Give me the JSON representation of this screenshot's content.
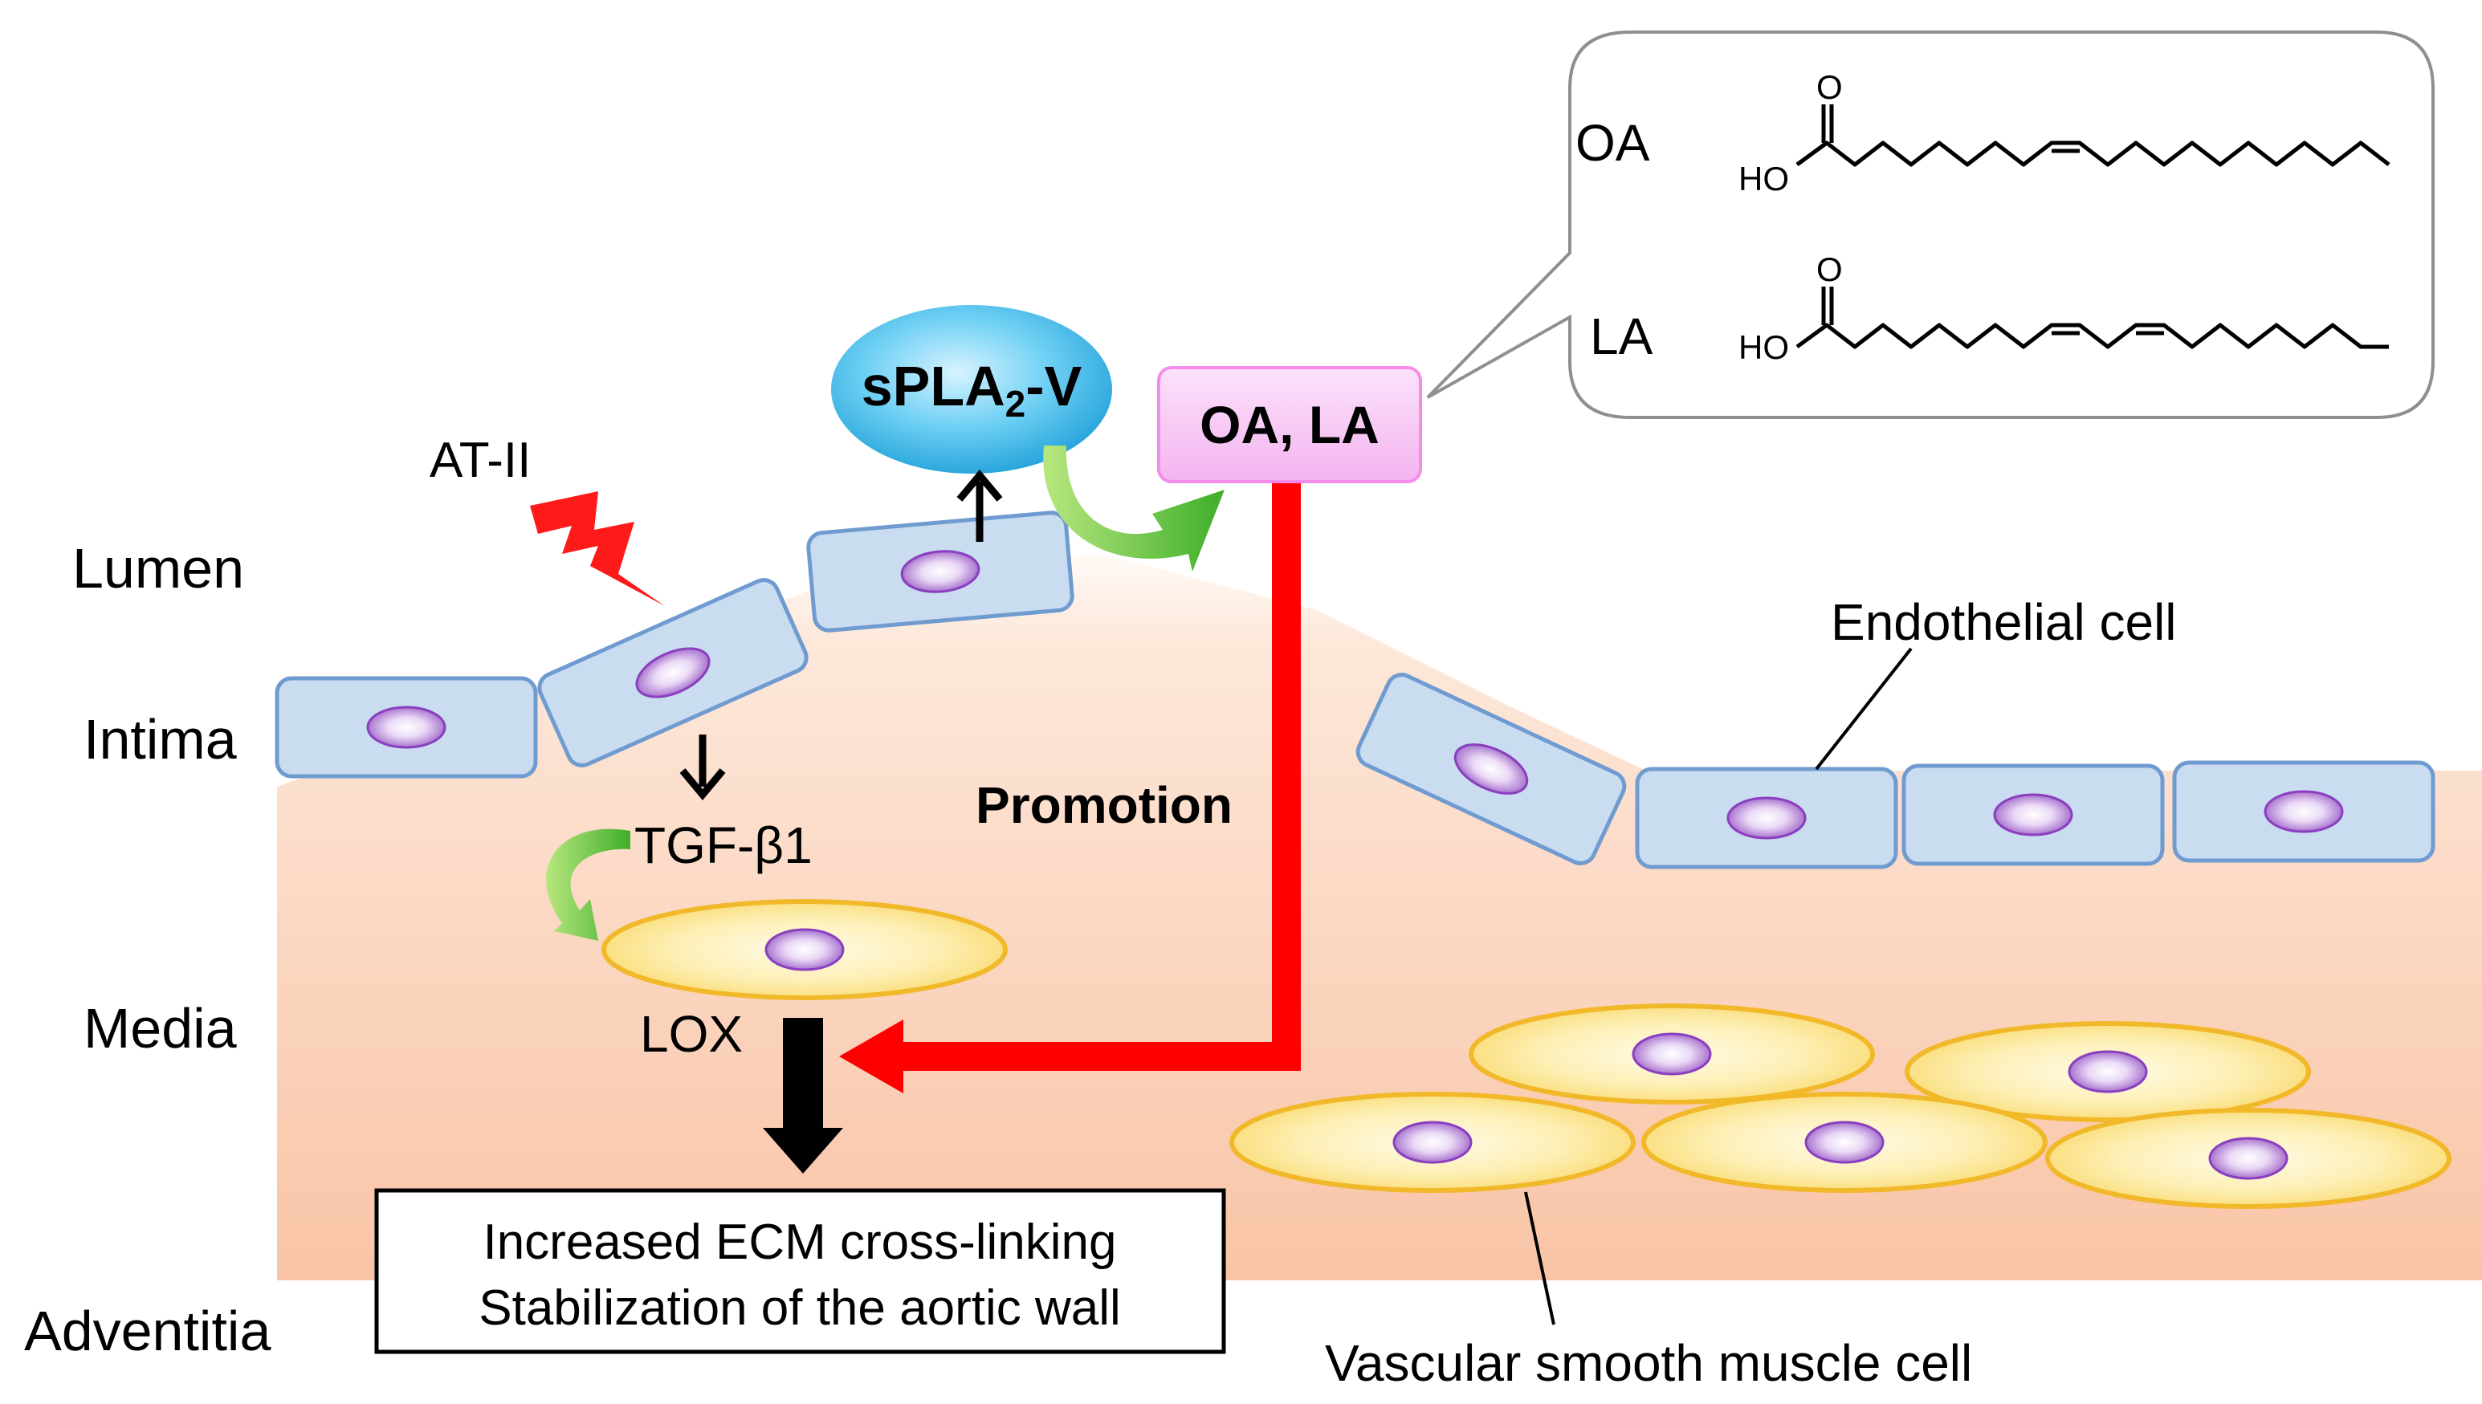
{
  "layers": {
    "lumen": "Lumen",
    "intima": "Intima",
    "media": "Media",
    "adventitia": "Adventitia"
  },
  "labels": {
    "at2": "AT-II",
    "spla2_main": "sPLA",
    "spla2_sub": "2",
    "spla2_suffix": "-V",
    "oa_la": "OA, LA",
    "promotion": "Promotion",
    "tgf": "TGF-β1",
    "lox": "LOX",
    "endothelial_cell": "Endothelial cell",
    "vsmc": "Vascular smooth muscle cell"
  },
  "outcome": {
    "line1": "Increased ECM cross-linking",
    "line2": "Stabilization of the aortic wall"
  },
  "structures": {
    "oa_label": "OA",
    "la_label": "LA",
    "oxygen": "O",
    "hydroxyl": "HO"
  },
  "colors": {
    "tissue": "#f8c2a3",
    "endothelial_fill": "#c9dcf0",
    "endothelial_stroke": "#6f9bd0",
    "smc_fill": "#fbe38a",
    "smc_stroke": "#f1b92a",
    "nucleus": "#b98ad8",
    "spla2": "#2ab5e8",
    "oa_la_box": "#f7c6f4",
    "promotion_arrow": "#ff0000",
    "green_arrow": "#6cc33c",
    "lightning": "#ff1a1a"
  }
}
